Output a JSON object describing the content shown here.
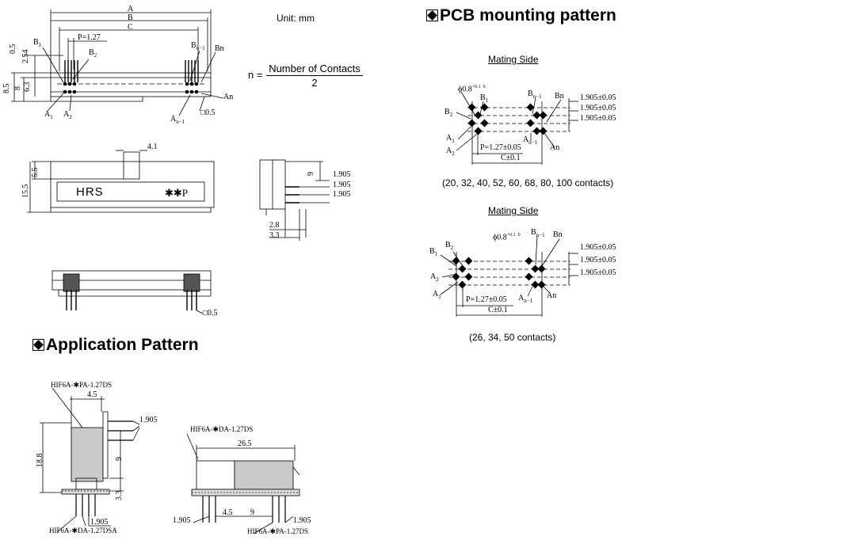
{
  "unit": "Unit: mm",
  "formula": {
    "lhs": "n =",
    "numerator": "Number of Contacts",
    "denominator": "2"
  },
  "headings": {
    "pcb": "PCB mounting pattern",
    "app": "Application Pattern"
  },
  "drawing": {
    "A": "A",
    "B": "B",
    "C": "C",
    "P": "P=1.27",
    "B1": "B",
    "B1sub": "1",
    "B2": "B",
    "B2sub": "2",
    "Bn1": "B",
    "Bn1sub": "n−1",
    "Bn": "Bn",
    "A1": "A",
    "A1sub": "1",
    "A2": "A",
    "A2sub": "2",
    "An1": "A",
    "An1sub": "n−1",
    "An": "An",
    "d05": "0.5",
    "d254": "2.54",
    "d85": "8.5",
    "d8": "8",
    "d63": "6.3",
    "sq05": "□0.5",
    "w41": "4.1",
    "h55": "5.5",
    "h155": "15.5",
    "logo": "HRS",
    "mark": "✱✱P",
    "h9": "9",
    "p1": "1.905",
    "p2": "1.905",
    "p3": "1.905",
    "d28": "2.8",
    "d33": "3.3",
    "sq05b": "□0.5"
  },
  "pcb1": {
    "mating": "Mating Side",
    "hole": "ϕ0.8",
    "hole_tol": "+0.1  0",
    "B1": "B",
    "B1sub": "1",
    "B2": "B",
    "B2sub": "2",
    "Bn1": "B",
    "Bn1sub": "n−1",
    "Bn": "Bn",
    "A1": "A",
    "A1sub": "1",
    "A2": "A",
    "A2sub": "2",
    "An1": "A",
    "An1sub": "n−1",
    "An": "An",
    "t1": "1.905±0.05",
    "t2": "1.905±0.05",
    "t3": "1.905±0.05",
    "P": "P=1.27±0.05",
    "C": "C±0.1",
    "caption": "(20, 32, 40, 52, 60, 68, 80, 100 contacts)"
  },
  "pcb2": {
    "mating": "Mating Side",
    "hole": "ϕ0.8",
    "hole_tol": "+0.1  0",
    "B1": "B",
    "B1sub": "1",
    "B2": "B",
    "B2sub": "2",
    "Bn1": "B",
    "Bn1sub": "n−1",
    "Bn": "Bn",
    "A1": "A",
    "A1sub": "1",
    "A2": "A",
    "A2sub": "2",
    "An1": "A",
    "An1sub": "n−1",
    "An": "An",
    "t1": "1.905±0.05",
    "t2": "1.905±0.05",
    "t3": "1.905±0.05",
    "P": "P=1.27±0.05",
    "C": "C±0.1",
    "caption": "(26, 34, 50 contacts)"
  },
  "app1": {
    "top": "HIF6A-✱PA-1.27DS",
    "w45": "4.5",
    "p1905": "1.905",
    "h188": "18.8",
    "h9": "9",
    "h33": "3.3",
    "b1905": "1.905",
    "bottom": "HIF6A-✱DA-1.27DSA"
  },
  "app2": {
    "top": "HIF6A-✱DA-1.27DS",
    "w265": "26.5",
    "d1905a": "1.905",
    "d45": "4.5",
    "d9": "9",
    "d1905b": "1.905",
    "bottom": "HIF6A-✱PA-1.27DS"
  }
}
